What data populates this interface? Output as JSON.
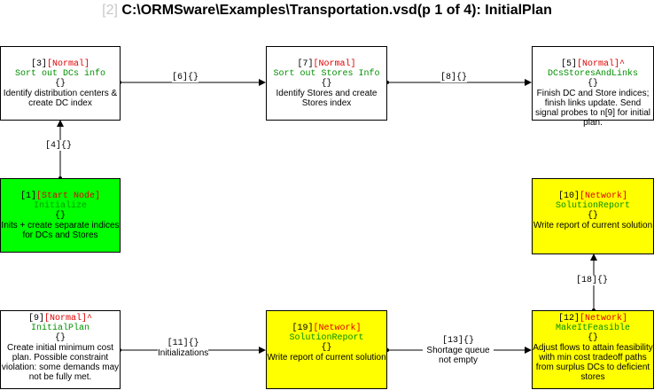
{
  "title": {
    "page_tag": "[2]",
    "text": "C:\\ORMSware\\Examples\\Transportation.vsd(p 1 of 4): InitialPlan"
  },
  "colors": {
    "normal": "#ffffff",
    "start": "#00ff00",
    "network": "#ffff00",
    "kind_label": "#e00000",
    "name_label": "#009000"
  },
  "nodes": {
    "n3": {
      "id": "[3]",
      "kind": "[Normal]",
      "name": "Sort out DCs info",
      "braces": "{}",
      "desc": "Identify distribution centers & create DC index"
    },
    "n7": {
      "id": "[7]",
      "kind": "[Normal]",
      "name": "Sort out Stores Info",
      "braces": "{}",
      "desc": "Identify Stores and create Stores index"
    },
    "n5": {
      "id": "[5]",
      "kind": "[Normal]^",
      "name": "DCsStoresAndLinks",
      "braces": "{}",
      "desc": "Finish DC and Store indices; finish links update. Send signal probes to n[9] for initial plan."
    },
    "n1": {
      "id": "[1]",
      "kind": "[Start Node]",
      "name": "Initialize",
      "braces": "{}",
      "desc": "Inits + create separate indices for DCs and Stores"
    },
    "n10": {
      "id": "[10]",
      "kind": "[Network]",
      "name": "SolutionReport",
      "braces": "{}",
      "desc": "Write report of current solution"
    },
    "n9": {
      "id": "[9]",
      "kind": "[Normal]^",
      "name": "InitialPlan",
      "braces": "{}",
      "desc": "Create initial minimum cost plan. Possible constraint violation: some demands may not be fully met."
    },
    "n19": {
      "id": "[19]",
      "kind": "[Network]",
      "name": "SolutionReport",
      "braces": "{}",
      "desc": "Write report of current solution"
    },
    "n12": {
      "id": "[12]",
      "kind": "[Network]",
      "name": "MakeItFeasible",
      "braces": "{}",
      "desc": "Adjust flows to attain feasibility with min cost tradeoff paths from surplus DCs to deficient stores"
    }
  },
  "edges": {
    "e6": {
      "code": "[6]{}",
      "text": ""
    },
    "e8": {
      "code": "[8]{}",
      "text": ""
    },
    "e4": {
      "code": "[4]{}",
      "text": ""
    },
    "e18": {
      "code": "[18]{}",
      "text": ""
    },
    "e11": {
      "code": "[11]{}",
      "text": "Initializations"
    },
    "e13": {
      "code": "[13]{}",
      "text": "Shortage queue not empty"
    }
  }
}
